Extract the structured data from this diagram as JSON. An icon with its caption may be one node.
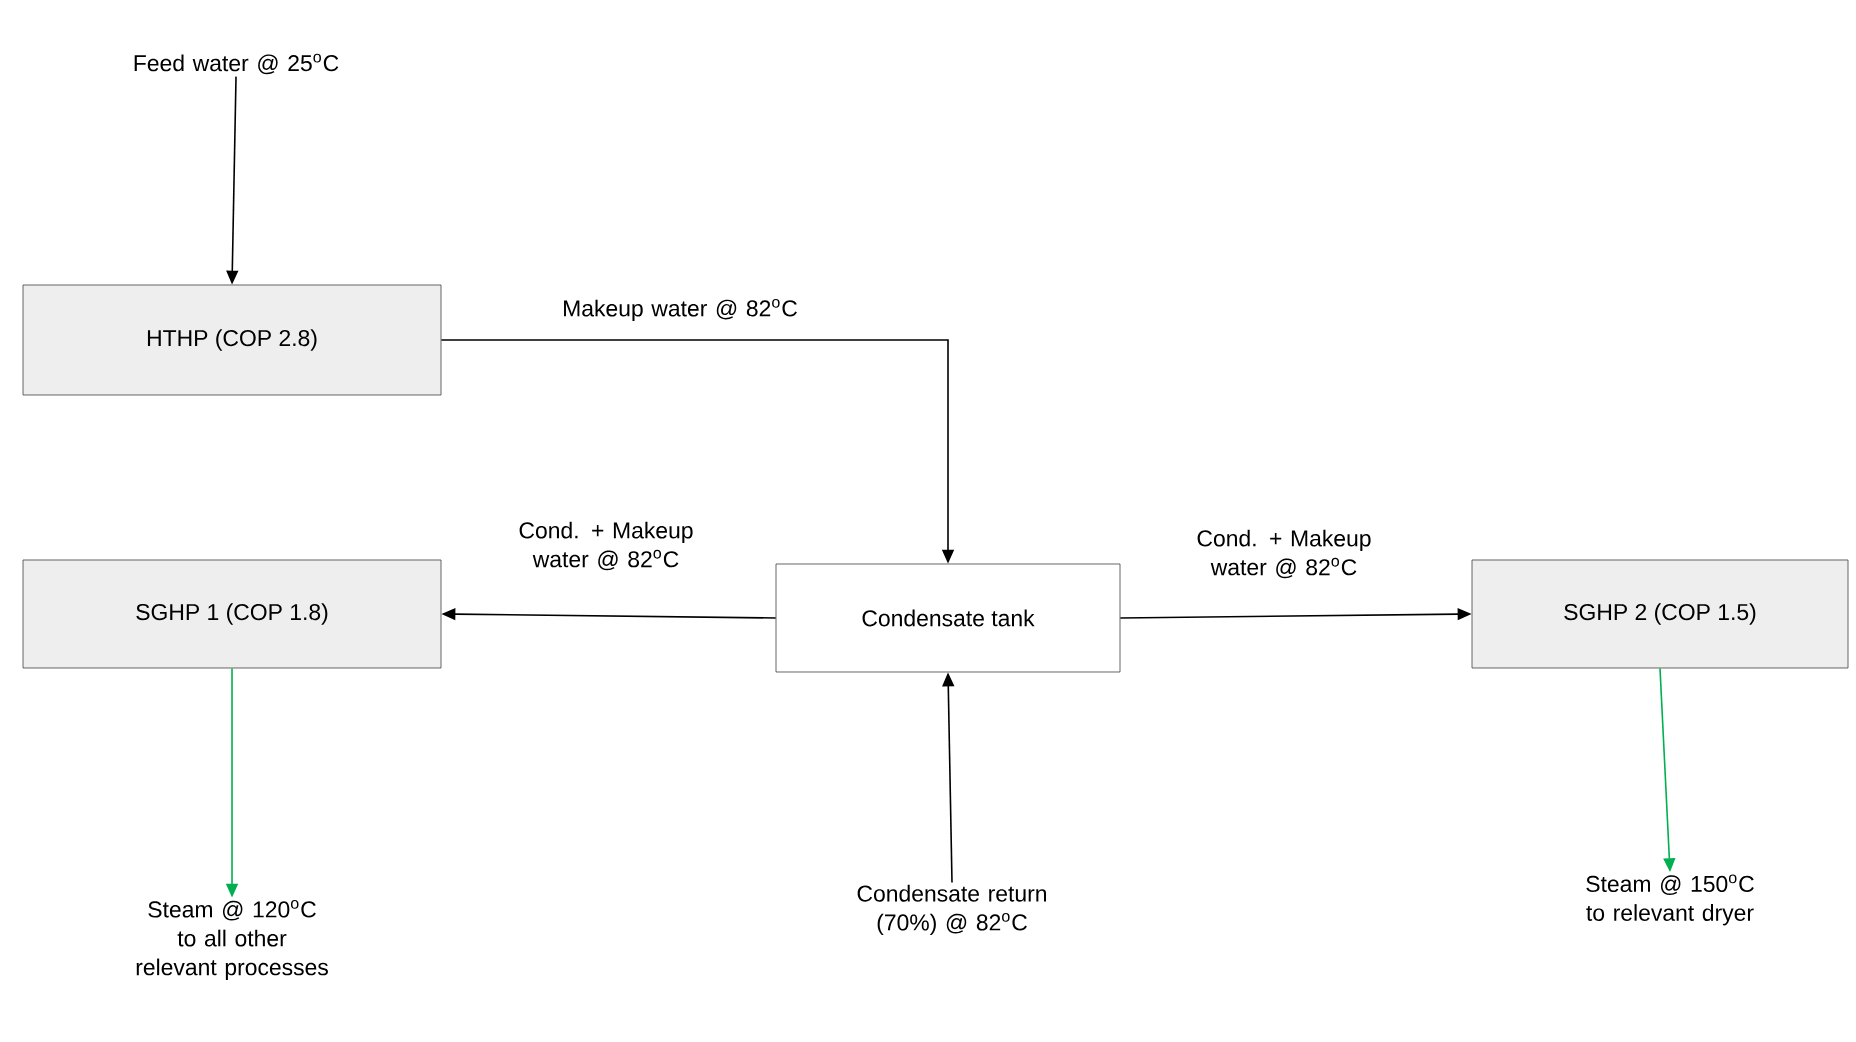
{
  "diagram": {
    "nodes": [
      {
        "text": [
          "Feed water @ 25$^{o}$C"
        ]
      },
      {
        "text": [
          "HTHP (COP 2.8)"
        ]
      },
      {
        "text": [
          "Condensate tank"
        ]
      },
      {
        "text": [
          "SGHP 1 (COP 1.8)"
        ]
      },
      {
        "text": [
          "SGHP 2 (COP 1.5)"
        ]
      },
      {
        "text": [
          "Steam @ 120$^{o}$C to all other relevant processes"
        ]
      },
      {
        "text": [
          "Condensate return (70%) @ 82$^{o}$C"
        ]
      },
      {
        "text": [
          "Steam @ 150$^{o}$C to relevant dryer"
        ]
      }
    ],
    "edges": [
      {
        "from": 0,
        "to": 1,
        "arrow": "to"
      },
      {
        "from": 1,
        "to": 2,
        "arrow": "to",
        "label": "Makeup water @ 82$^{o}$C"
      },
      {
        "from": 2,
        "to": 3,
        "arrow": "to",
        "label": "Cond. + Makeup water @ 82$^{o}$C"
      },
      {
        "from": 2,
        "to": 4,
        "arrow": "to",
        "label": "Cond. + Makeup water @ 82$^{o}$C"
      },
      {
        "from": 3,
        "to": 5,
        "arrow": "to",
        "color": "#00b050"
      },
      {
        "from": 4,
        "to": 7,
        "arrow": "to",
        "color": "#00b050"
      },
      {
        "from": 6,
        "to": 2,
        "arrow": "to"
      }
    ]
  }
}
